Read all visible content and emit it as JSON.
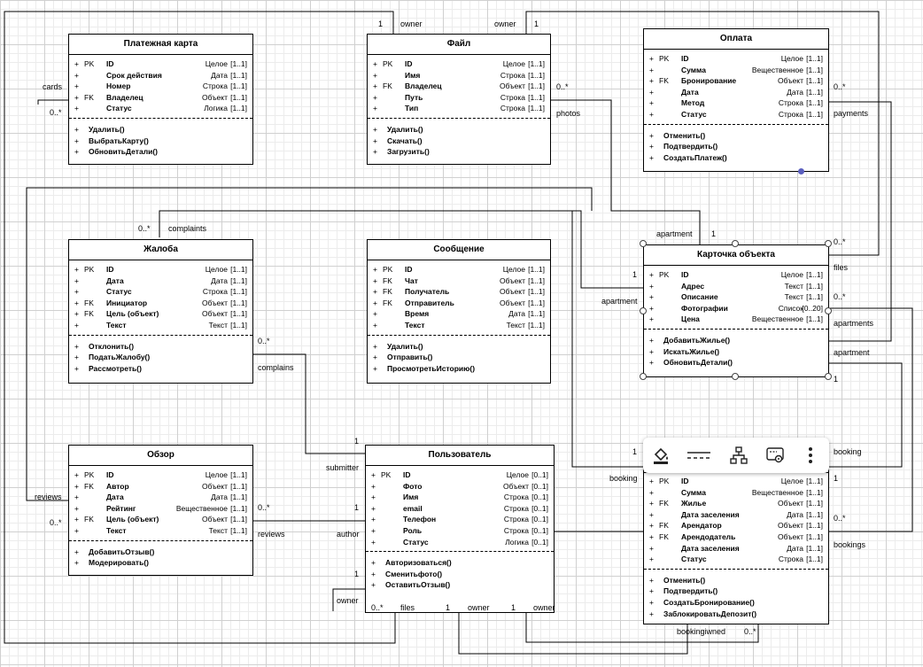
{
  "classes": {
    "card": {
      "title": "Платежная карта",
      "attrs": [
        {
          "vis": "+",
          "key": "PK",
          "name": "ID",
          "type": "Целое",
          "mult": "[1..1]"
        },
        {
          "vis": "+",
          "key": "",
          "name": "Срок действия",
          "type": "Дата",
          "mult": "[1..1]"
        },
        {
          "vis": "+",
          "key": "",
          "name": "Номер",
          "type": "Строка",
          "mult": "[1..1]"
        },
        {
          "vis": "+",
          "key": "FK",
          "name": "Владелец",
          "type": "Объект",
          "mult": "[1..1]"
        },
        {
          "vis": "+",
          "key": "",
          "name": "Статус",
          "type": "Логика",
          "mult": "[1..1]"
        }
      ],
      "methods": [
        {
          "vis": "+",
          "name": "Удалить()"
        },
        {
          "vis": "+",
          "name": "ВыбратьКарту()"
        },
        {
          "vis": "+",
          "name": "ОбновитьДетали()"
        }
      ]
    },
    "file": {
      "title": "Файл",
      "attrs": [
        {
          "vis": "+",
          "key": "PK",
          "name": "ID",
          "type": "Целое",
          "mult": "[1..1]"
        },
        {
          "vis": "+",
          "key": "",
          "name": "Имя",
          "type": "Строка",
          "mult": "[1..1]"
        },
        {
          "vis": "+",
          "key": "FK",
          "name": "Владелец",
          "type": "Объект",
          "mult": "[1..1]"
        },
        {
          "vis": "+",
          "key": "",
          "name": "Путь",
          "type": "Строка",
          "mult": "[1..1]"
        },
        {
          "vis": "+",
          "key": "",
          "name": "Тип",
          "type": "Строка",
          "mult": "[1..1]"
        }
      ],
      "methods": [
        {
          "vis": "+",
          "name": "Удалить()"
        },
        {
          "vis": "+",
          "name": "Скачать()"
        },
        {
          "vis": "+",
          "name": "Загрузить()"
        }
      ]
    },
    "payment": {
      "title": "Оплата",
      "attrs": [
        {
          "vis": "+",
          "key": "PK",
          "name": "ID",
          "type": "Целое",
          "mult": "[1..1]"
        },
        {
          "vis": "+",
          "key": "",
          "name": "Сумма",
          "type": "Вещественное",
          "mult": "[1..1]"
        },
        {
          "vis": "+",
          "key": "FK",
          "name": "Бронирование",
          "type": "Объект",
          "mult": "[1..1]"
        },
        {
          "vis": "+",
          "key": "",
          "name": "Дата",
          "type": "Дата",
          "mult": "[1..1]"
        },
        {
          "vis": "+",
          "key": "",
          "name": "Метод",
          "type": "Строка",
          "mult": "[1..1]"
        },
        {
          "vis": "+",
          "key": "",
          "name": "Статус",
          "type": "Строка",
          "mult": "[1..1]"
        }
      ],
      "methods": [
        {
          "vis": "+",
          "name": "Отменить()"
        },
        {
          "vis": "+",
          "name": "Подтвердить()"
        },
        {
          "vis": "+",
          "name": "СоздатьПлатеж()"
        }
      ]
    },
    "complaint": {
      "title": "Жалоба",
      "attrs": [
        {
          "vis": "+",
          "key": "PK",
          "name": "ID",
          "type": "Целое",
          "mult": "[1..1]"
        },
        {
          "vis": "+",
          "key": "",
          "name": "Дата",
          "type": "Дата",
          "mult": "[1..1]"
        },
        {
          "vis": "+",
          "key": "",
          "name": "Статус",
          "type": "Строка",
          "mult": "[1..1]"
        },
        {
          "vis": "+",
          "key": "FK",
          "name": "Инициатор",
          "type": "Объект",
          "mult": "[1..1]"
        },
        {
          "vis": "+",
          "key": "FK",
          "name": "Цель (объект)",
          "type": "Объект",
          "mult": "[1..1]"
        },
        {
          "vis": "+",
          "key": "",
          "name": "Текст",
          "type": "Текст",
          "mult": "[1..1]"
        }
      ],
      "methods": [
        {
          "vis": "+",
          "name": "Отклонить()"
        },
        {
          "vis": "+",
          "name": "ПодатьЖалобу()"
        },
        {
          "vis": "+",
          "name": "Рассмотреть()"
        }
      ]
    },
    "message": {
      "title": "Сообщение",
      "attrs": [
        {
          "vis": "+",
          "key": "PK",
          "name": "ID",
          "type": "Целое",
          "mult": "[1..1]"
        },
        {
          "vis": "+",
          "key": "FK",
          "name": "Чат",
          "type": "Объект",
          "mult": "[1..1]"
        },
        {
          "vis": "+",
          "key": "FK",
          "name": "Получатель",
          "type": "Объект",
          "mult": "[1..1]"
        },
        {
          "vis": "+",
          "key": "FK",
          "name": "Отправитель",
          "type": "Объект",
          "mult": "[1..1]"
        },
        {
          "vis": "+",
          "key": "",
          "name": "Время",
          "type": "Дата",
          "mult": "[1..1]"
        },
        {
          "vis": "+",
          "key": "",
          "name": "Текст",
          "type": "Текст",
          "mult": "[1..1]"
        }
      ],
      "methods": [
        {
          "vis": "+",
          "name": "Удалить()"
        },
        {
          "vis": "+",
          "name": "Отправить()"
        },
        {
          "vis": "+",
          "name": "ПросмотретьИсторию()"
        }
      ]
    },
    "apartment": {
      "title": "Карточка объекта",
      "attrs": [
        {
          "vis": "+",
          "key": "PK",
          "name": "ID",
          "type": "Целое",
          "mult": "[1..1]"
        },
        {
          "vis": "+",
          "key": "",
          "name": "Адрес",
          "type": "Текст",
          "mult": "[1..1]"
        },
        {
          "vis": "+",
          "key": "",
          "name": "Описание",
          "type": "Текст",
          "mult": "[1..1]"
        },
        {
          "vis": "+",
          "key": "",
          "name": "Фотографии",
          "type": "Список",
          "mult": "[0..20]"
        },
        {
          "vis": "+",
          "key": "",
          "name": "Цена",
          "type": "Вещественное",
          "mult": "[1..1]"
        }
      ],
      "methods": [
        {
          "vis": "+",
          "name": "ДобавитьЖилье()"
        },
        {
          "vis": "+",
          "name": "ИскатьЖилье()"
        },
        {
          "vis": "+",
          "name": "ОбновитьДетали()"
        }
      ]
    },
    "review": {
      "title": "Обзор",
      "attrs": [
        {
          "vis": "+",
          "key": "PK",
          "name": "ID",
          "type": "Целое",
          "mult": "[1..1]"
        },
        {
          "vis": "+",
          "key": "FK",
          "name": "Автор",
          "type": "Объект",
          "mult": "[1..1]"
        },
        {
          "vis": "+",
          "key": "",
          "name": "Дата",
          "type": "Дата",
          "mult": "[1..1]"
        },
        {
          "vis": "+",
          "key": "",
          "name": "Рейтинг",
          "type": "Вещественное",
          "mult": "[1..1]"
        },
        {
          "vis": "+",
          "key": "FK",
          "name": "Цель (объект)",
          "type": "Объект",
          "mult": "[1..1]"
        },
        {
          "vis": "+",
          "key": "",
          "name": "Текст",
          "type": "Текст",
          "mult": "[1..1]"
        }
      ],
      "methods": [
        {
          "vis": "+",
          "name": "ДобавитьОтзыв()"
        },
        {
          "vis": "+",
          "name": "Модерировать()"
        }
      ]
    },
    "user": {
      "title": "Пользователь",
      "attrs": [
        {
          "vis": "+",
          "key": "PK",
          "name": "ID",
          "type": "Целое",
          "mult": "[0..1]"
        },
        {
          "vis": "+",
          "key": "",
          "name": "Фото",
          "type": "Объект",
          "mult": "[0..1]"
        },
        {
          "vis": "+",
          "key": "",
          "name": "Имя",
          "type": "Строка",
          "mult": "[0..1]"
        },
        {
          "vis": "+",
          "key": "",
          "name": "email",
          "type": "Строка",
          "mult": "[0..1]"
        },
        {
          "vis": "+",
          "key": "",
          "name": "Телефон",
          "type": "Строка",
          "mult": "[0..1]"
        },
        {
          "vis": "+",
          "key": "",
          "name": "Роль",
          "type": "Строка",
          "mult": "[0..1]"
        },
        {
          "vis": "+",
          "key": "",
          "name": "Статус",
          "type": "Логика",
          "mult": "[0..1]"
        }
      ],
      "methods": [
        {
          "vis": "+",
          "name": "Авторизоваться()"
        },
        {
          "vis": "+",
          "name": "Сменитьфото()"
        },
        {
          "vis": "+",
          "name": "ОставитьОтзыв()"
        }
      ]
    },
    "booking": {
      "title": "",
      "attrs": [
        {
          "vis": "+",
          "key": "PK",
          "name": "ID",
          "type": "Целое",
          "mult": "[1..1]"
        },
        {
          "vis": "+",
          "key": "",
          "name": "Сумма",
          "type": "Вещественное",
          "mult": "[1..1]"
        },
        {
          "vis": "+",
          "key": "FK",
          "name": "Жилье",
          "type": "Объект",
          "mult": "[1..1]"
        },
        {
          "vis": "+",
          "key": "",
          "name": "Дата заселения",
          "type": "Дата",
          "mult": "[1..1]"
        },
        {
          "vis": "+",
          "key": "FK",
          "name": "Арендатор",
          "type": "Объект",
          "mult": "[1..1]"
        },
        {
          "vis": "+",
          "key": "FK",
          "name": "Арендодатель",
          "type": "Объект",
          "mult": "[1..1]"
        },
        {
          "vis": "+",
          "key": "",
          "name": "Дата заселения",
          "type": "Дата",
          "mult": "[1..1]"
        },
        {
          "vis": "+",
          "key": "",
          "name": "Статус",
          "type": "Строка",
          "mult": "[1..1]"
        }
      ],
      "methods": [
        {
          "vis": "+",
          "name": "Отменить()"
        },
        {
          "vis": "+",
          "name": "Подтвердить()"
        },
        {
          "vis": "+",
          "name": "СоздатьБронирование()"
        },
        {
          "vis": "+",
          "name": "ЗаблокироватьДепозит()"
        }
      ]
    }
  },
  "labels": {
    "cards": "cards",
    "card_mult": "0..*",
    "owner_left": "owner",
    "owner_left_mult": "1",
    "owner_right": "owner",
    "owner_right_mult": "1",
    "photos_mult": "0..*",
    "photos": "photos",
    "payments_mult": "0..*",
    "payments": "payments",
    "complaints_mult": "0..*",
    "complaints": "complaints",
    "apartment_top": "apartment",
    "apartment_top_mult": "1",
    "files_mult": "0..*",
    "files_right": "files",
    "apt_left_mult": "1",
    "apartment_left": "apartment",
    "apartments_mult": "0..*",
    "apartments": "apartments",
    "apartment_right": "apartment",
    "apt_right_mult": "1",
    "complains_mult": "0..*",
    "complains": "complains",
    "submitter_mult": "1",
    "submitter": "submitter",
    "reviews_left": "reviews",
    "reviews_left_mult": "0..*",
    "reviews_mid_mult": "0..*",
    "reviews_mid": "reviews",
    "author_mult": "1",
    "author": "author",
    "booking_right": "booking",
    "booking_left_mult": "1",
    "booking_left": "booking",
    "booking_right_mult": "1",
    "bookings_mult": "0..*",
    "bookings": "bookings",
    "owner_bottom_mult": "1",
    "owner_bottom": "owner",
    "files_bottom_mult": "0..*",
    "files_bottom": "files",
    "owner_b2_mult": "1",
    "owner_b2": "owner",
    "owner_b3_mult": "1",
    "owner_b3": "owner",
    "bookingiwned": "bookingiwned",
    "bookingiwned_mult": "0..*"
  },
  "toolbar": [
    "fill-icon",
    "line-style-icon",
    "hierarchy-icon",
    "settings-icon",
    "more-icon"
  ]
}
